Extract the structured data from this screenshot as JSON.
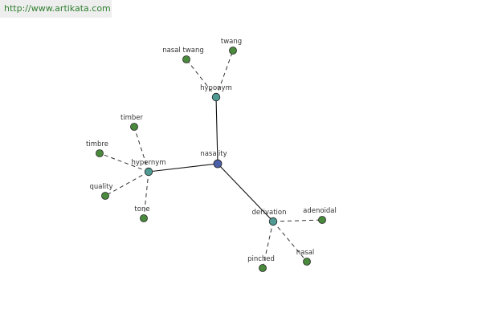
{
  "source_url": "http://www.artikata.com",
  "colors": {
    "center_fill": "#4a5fa8",
    "relation_fill": "#4f9a92",
    "word_fill": "#4a8a3c",
    "solid_edge": "#111111",
    "dashed_edge": "#333333"
  },
  "graph": {
    "center": {
      "id": "nasality",
      "label": "nasality"
    },
    "relations": [
      {
        "id": "hyponym",
        "label": "hyponym",
        "words": [
          {
            "id": "nasal-twang",
            "label": "nasal twang"
          },
          {
            "id": "twang",
            "label": "twang"
          }
        ]
      },
      {
        "id": "hypernym",
        "label": "hypernym",
        "words": [
          {
            "id": "timber",
            "label": "timber"
          },
          {
            "id": "timbre",
            "label": "timbre"
          },
          {
            "id": "quality",
            "label": "quality"
          },
          {
            "id": "tone",
            "label": "tone"
          }
        ]
      },
      {
        "id": "derivation",
        "label": "derivation",
        "words": [
          {
            "id": "adenoidal",
            "label": "adenoidal"
          },
          {
            "id": "nasal",
            "label": "nasal"
          },
          {
            "id": "pinched",
            "label": "pinched"
          }
        ]
      }
    ]
  }
}
